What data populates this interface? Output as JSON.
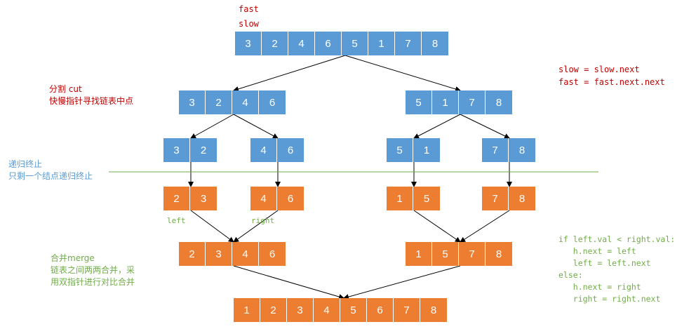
{
  "colors": {
    "split": "#5b9bd5",
    "merged": "#ed7d31",
    "red_text": "#c00000",
    "green_text": "#70ad47",
    "blue_text": "#5b9bd5",
    "divider": "#70ad47",
    "arrow": "#000000"
  },
  "pointers": {
    "fast": "fast",
    "slow": "slow"
  },
  "notes": {
    "cut_line1": "分割 cut",
    "cut_line2": "快慢指针寻找链表中点",
    "slow_next": "slow = slow.next",
    "fast_next": "fast = fast.next.next",
    "stop_line1": "递归终止",
    "stop_line2": "只剩一个结点递归终止",
    "left": "left",
    "right": "right",
    "merge_line1": "合并merge",
    "merge_line2": "链表之间两两合并，采",
    "merge_line3": "用双指针进行对比合并"
  },
  "code": [
    "if left.val < right.val:",
    "   h.next = left",
    "   left = left.next",
    "else:",
    "   h.next = right",
    "   right = right.next"
  ],
  "lists": {
    "root": [
      "3",
      "2",
      "4",
      "6",
      "5",
      "1",
      "7",
      "8"
    ],
    "split_left": [
      "3",
      "2",
      "4",
      "6"
    ],
    "split_right": [
      "5",
      "1",
      "7",
      "8"
    ],
    "leaf_a": [
      "3",
      "2"
    ],
    "leaf_b": [
      "4",
      "6"
    ],
    "leaf_c": [
      "5",
      "1"
    ],
    "leaf_d": [
      "7",
      "8"
    ],
    "sorted_a": [
      "2",
      "3"
    ],
    "sorted_b": [
      "4",
      "6"
    ],
    "sorted_c": [
      "1",
      "5"
    ],
    "sorted_d": [
      "7",
      "8"
    ],
    "merged_left": [
      "2",
      "3",
      "4",
      "6"
    ],
    "merged_right": [
      "1",
      "5",
      "7",
      "8"
    ],
    "result": [
      "1",
      "2",
      "3",
      "4",
      "5",
      "6",
      "7",
      "8"
    ]
  }
}
